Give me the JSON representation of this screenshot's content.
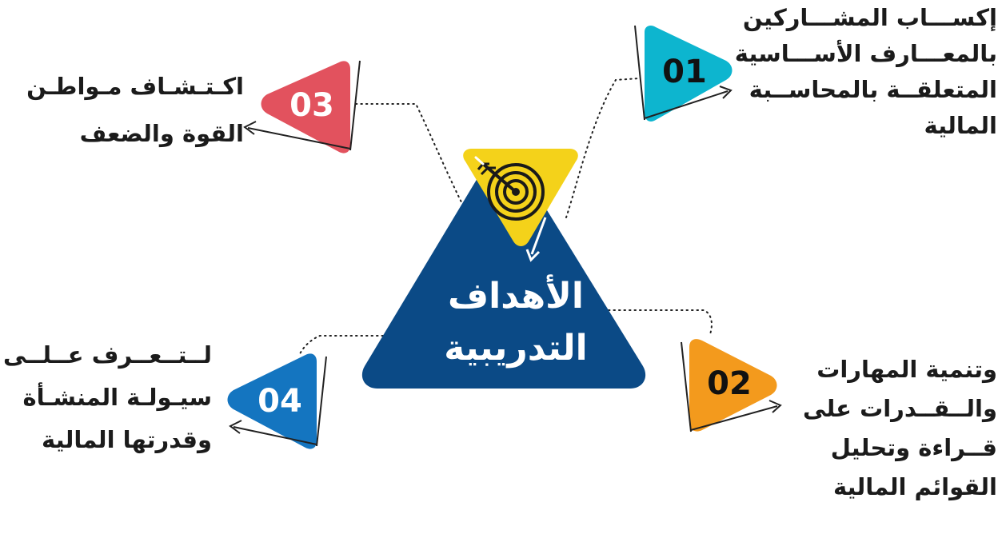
{
  "center": {
    "line1": "الأهداف",
    "line2": "التدريبية",
    "main_color": "#0b4a86",
    "accent_color": "#f4d21a",
    "icon": "target-arrow-icon"
  },
  "objectives": [
    {
      "number": "01",
      "color": "#0db5cf",
      "lines": [
        "إكســـاب المشـــاركين",
        "بالمعـــارف الأســـاسية",
        "المتعلقــة بالمحاســبة",
        "المالية"
      ]
    },
    {
      "number": "02",
      "color": "#f39a1d",
      "lines": [
        "وتنمية المهارات",
        "والــقــدرات على",
        "قــراءة وتحليل",
        "القوائم المالية"
      ]
    },
    {
      "number": "03",
      "color": "#e2525e",
      "lines": [
        "اكـتـشـاف مـواطـن",
        "القوة والضعف"
      ]
    },
    {
      "number": "04",
      "color": "#1475c0",
      "lines": [
        "لــتــعــرف عــلــى",
        "سيـولـة المنشـأة",
        "وقدرتها المالية"
      ]
    }
  ]
}
